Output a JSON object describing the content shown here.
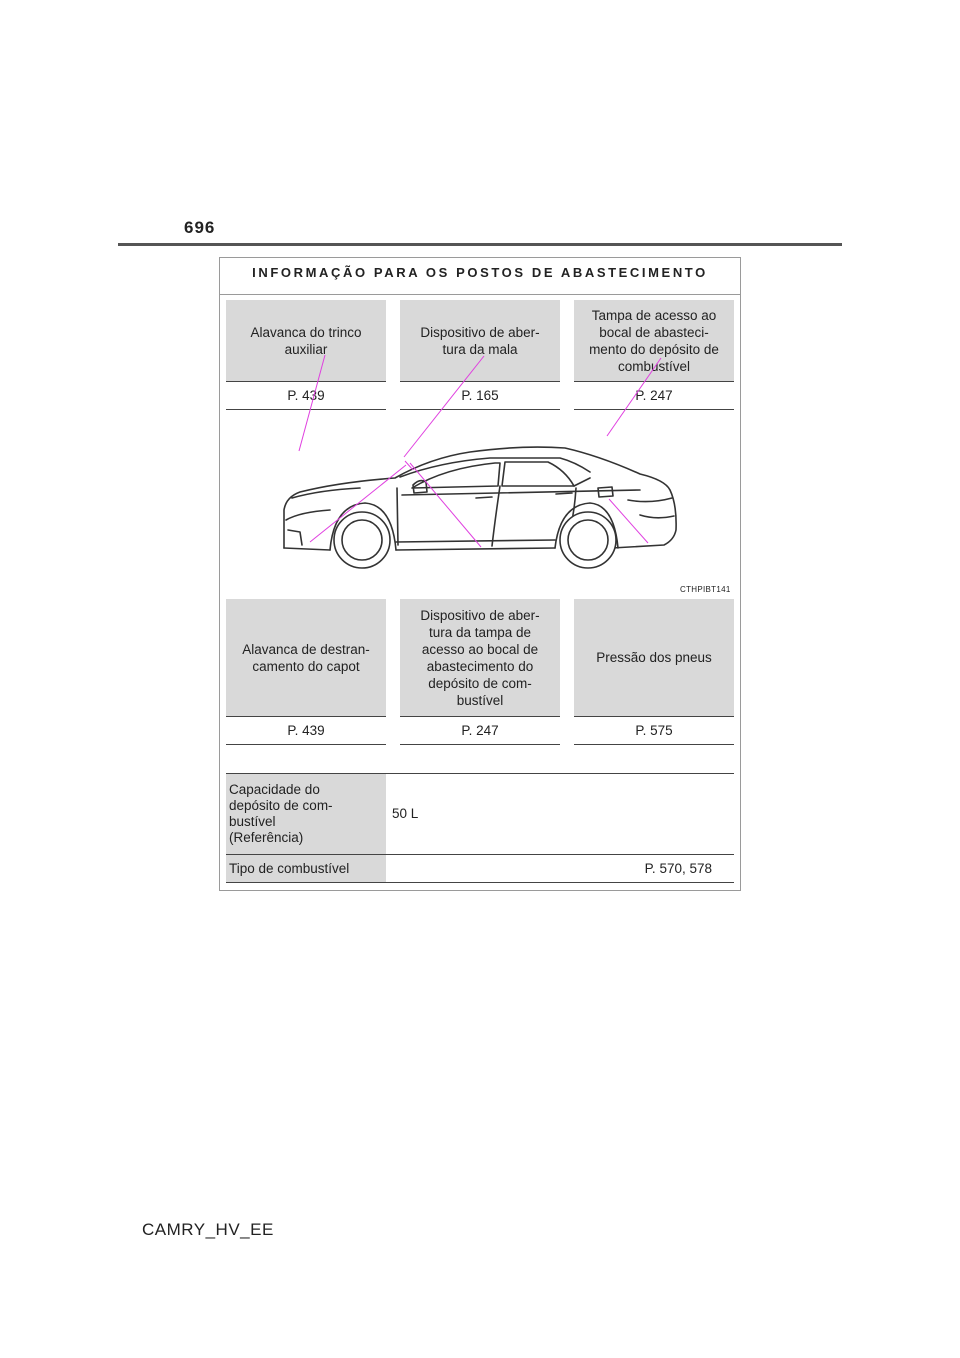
{
  "page_number": "696",
  "section_title": "INFORMAÇÃO PARA OS POSTOS DE ABASTECIMENTO",
  "top_refs": [
    {
      "label": "Alavanca do trinco\nauxiliar",
      "page": "P. 439"
    },
    {
      "label": "Dispositivo de aber-\ntura da mala",
      "page": "P. 165"
    },
    {
      "label": "Tampa de acesso ao\nbocal de abasteci-\nmento do depósito de\ncombustível",
      "page": "P. 247"
    }
  ],
  "bottom_refs": [
    {
      "label": "Alavanca de destran-\ncamento do capot",
      "page": "P. 439"
    },
    {
      "label": "Dispositivo de aber-\ntura da tampa de\nacesso ao bocal de\nabastecimento do\ndepósito de com-\nbustível",
      "page": "P. 247"
    },
    {
      "label": "Pressão dos pneus",
      "page": "P. 575"
    }
  ],
  "figure_code": "CTHPIBT141",
  "specs": [
    {
      "label": "Capacidade do\ndepósito de com-\nbustível\n(Referência)",
      "value": "50 L"
    },
    {
      "label": "Tipo de combustível",
      "value": "P. 570, 578"
    }
  ],
  "footer_code": "CAMRY_HV_EE",
  "colors": {
    "box_fill": "#d9d9d9",
    "leader_line": "#e040e0",
    "rule": "#555555"
  }
}
